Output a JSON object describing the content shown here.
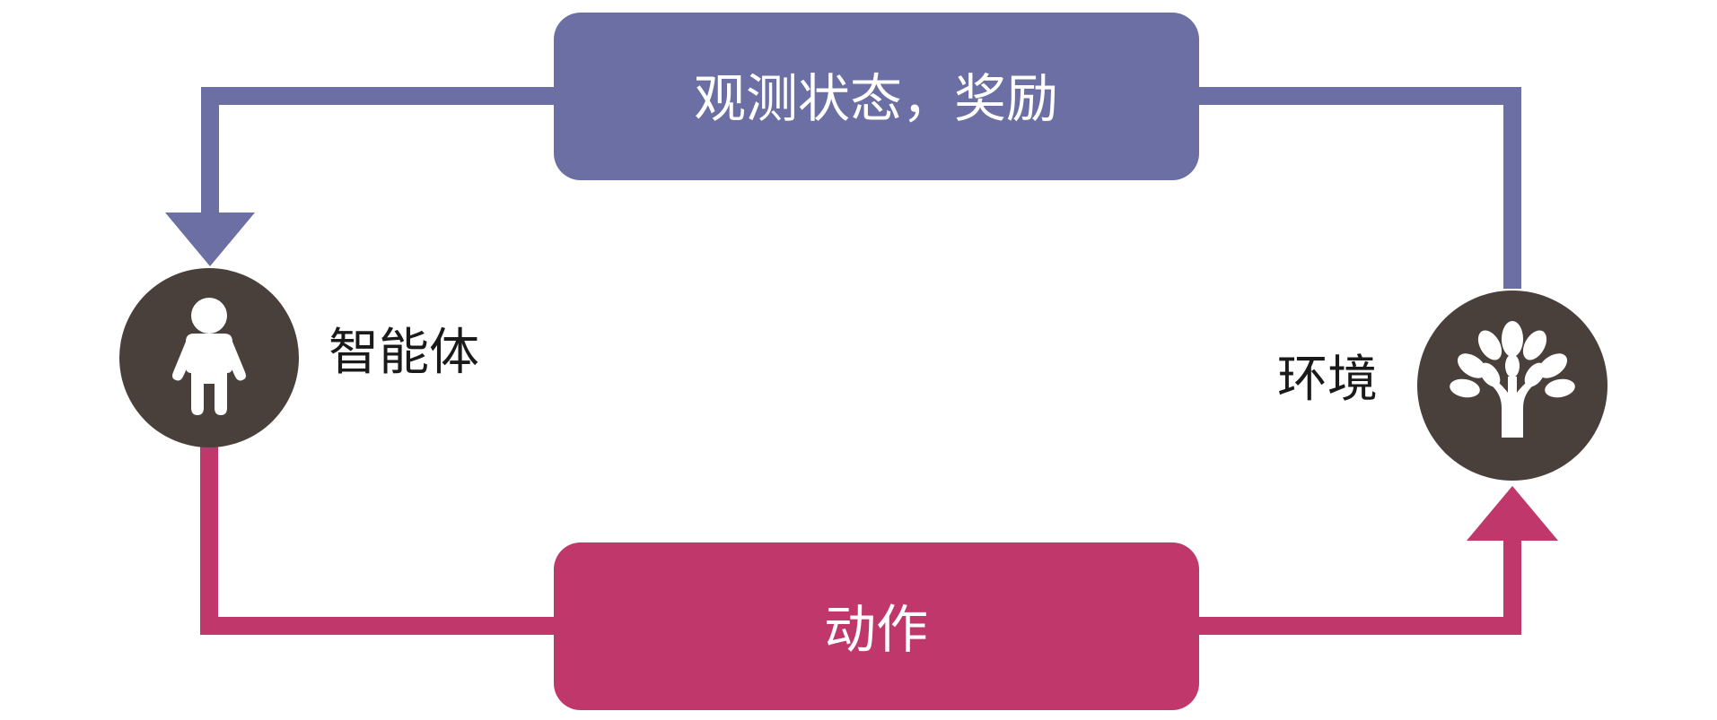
{
  "observation_box": {
    "label": "观测状态，奖励"
  },
  "action_box": {
    "label": "动作"
  },
  "agent": {
    "label": "智能体",
    "icon": "person-icon"
  },
  "environment": {
    "label": "环境",
    "icon": "tree-icon"
  },
  "colors": {
    "observation": "#6B6FA3",
    "action": "#C0376B",
    "node": "#4A403B"
  }
}
